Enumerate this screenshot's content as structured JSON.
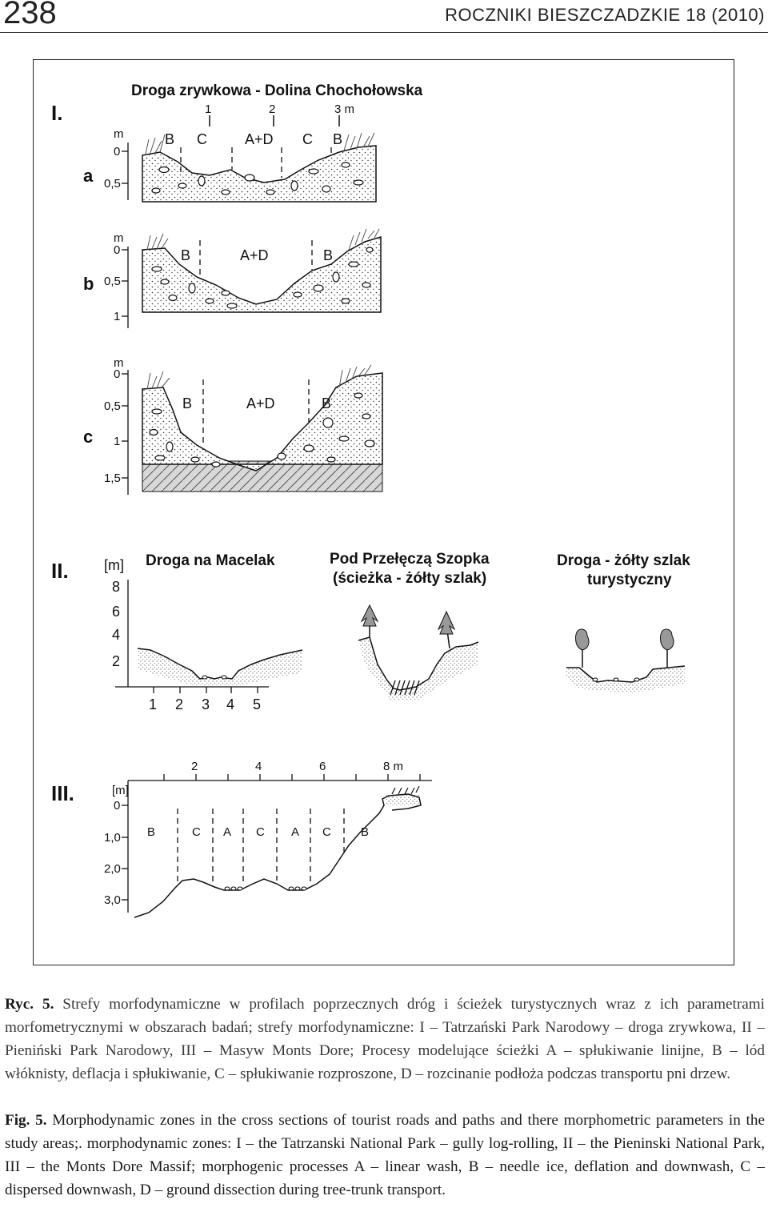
{
  "header": {
    "page_number": "238",
    "running_title": "ROCZNIKI BIESZCZADZKIE 18 (2010)"
  },
  "figure": {
    "panel_I": {
      "roman": "I.",
      "title": "Droga zrywkowa - Dolina Chochołowska",
      "top_scale": [
        "1",
        "2",
        "3 m"
      ],
      "profiles": [
        {
          "label": "a",
          "depth_unit": "m",
          "depth_ticks": [
            "0",
            "0,5"
          ],
          "zones": [
            "B",
            "C",
            "A+D",
            "C",
            "B"
          ]
        },
        {
          "label": "b",
          "depth_unit": "m",
          "depth_ticks": [
            "0",
            "0,5",
            "1"
          ],
          "zones": [
            "B",
            "A+D",
            "B"
          ]
        },
        {
          "label": "c",
          "depth_unit": "m",
          "depth_ticks": [
            "0",
            "0,5",
            "1",
            "1,5"
          ],
          "zones": [
            "B",
            "A+D",
            "B"
          ]
        }
      ]
    },
    "panel_II": {
      "roman": "II.",
      "unit": "[m]",
      "vertical_ticks": [
        "8",
        "6",
        "4",
        "2"
      ],
      "horizontal_ticks": [
        "1",
        "2",
        "3",
        "4",
        "5"
      ],
      "site_1": "Droga na Macelak",
      "site_2_line1": "Pod Przełęczą Szopka",
      "site_2_line2": "(ścieżka - żółty szlak)",
      "site_3_line1": "Droga - żółty szlak",
      "site_3_line2": "turystyczny"
    },
    "panel_III": {
      "roman": "III.",
      "unit": "[m]",
      "depth_ticks": [
        "0",
        "1,0",
        "2,0",
        "3,0"
      ],
      "top_scale": [
        "2",
        "4",
        "6",
        "8 m"
      ],
      "zones": [
        "B",
        "C",
        "A",
        "C",
        "A",
        "C",
        "B"
      ]
    }
  },
  "caption_pl": {
    "label": "Ryc. 5.",
    "text": "Strefy morfodynamiczne w profilach poprzecznych dróg i ścieżek turystycznych wraz z ich parametrami morfometrycznymi w obszarach badań; strefy morfodynamiczne: I – Tatrzański Park Narodowy – droga zrywkowa, II – Pieniński Park Narodowy, III – Masyw Monts Dore; Procesy modelujące ścieżki A – spłukiwanie linijne, B – lód włóknisty, deflacja i spłukiwanie, C – spłukiwanie rozproszone, D – rozcinanie podłoża podczas transportu pni drzew."
  },
  "caption_en": {
    "label": "Fig. 5.",
    "text": "Morphodynamic zones in the cross sections of tourist roads and paths and there morphometric parameters in the study areas;. morphodynamic zones: I – the Tatrzanski National Park – gully log-rolling, II – the Pieninski National Park, III – the Monts Dore Massif; morphogenic processes A – linear wash, B – needle ice, deflation and downwash, C – dispersed downwash, D – ground dissection during tree-trunk transport."
  }
}
